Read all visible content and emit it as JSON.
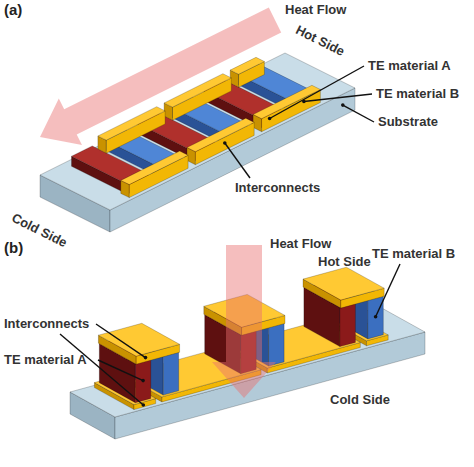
{
  "diagram": {
    "labels": [
      "(a)",
      "Heat Flow",
      "Hot Side",
      "Cold Side",
      "TE material A",
      "TE material B",
      "Substrate",
      "Interconnects",
      "(b)",
      "Heat Flow",
      "Hot Side",
      "TE material B",
      "Interconnects",
      "TE material A",
      "Cold Side"
    ]
  }
}
